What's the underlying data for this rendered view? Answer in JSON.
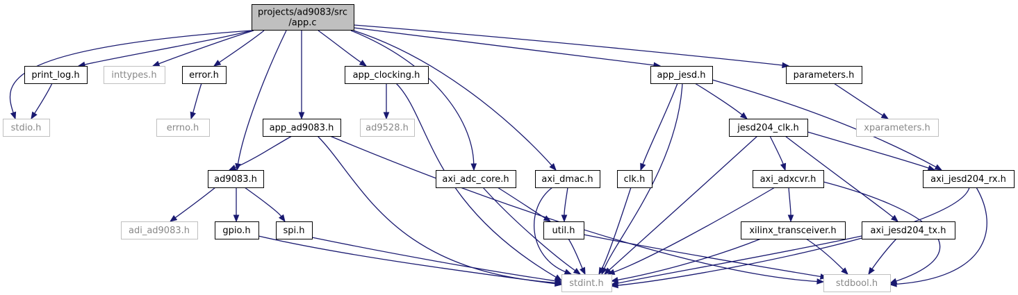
{
  "graph": {
    "root": {
      "id": "app_c",
      "label_lines": [
        "projects/ad9083/src",
        "/app.c"
      ]
    },
    "nodes": [
      {
        "id": "print_log_h",
        "label": "print_log.h",
        "documented": true
      },
      {
        "id": "inttypes_h",
        "label": "inttypes.h",
        "documented": false
      },
      {
        "id": "error_h",
        "label": "error.h",
        "documented": true
      },
      {
        "id": "app_clocking_h",
        "label": "app_clocking.h",
        "documented": true
      },
      {
        "id": "app_jesd_h",
        "label": "app_jesd.h",
        "documented": true
      },
      {
        "id": "parameters_h",
        "label": "parameters.h",
        "documented": true
      },
      {
        "id": "stdio_h",
        "label": "stdio.h",
        "documented": false
      },
      {
        "id": "errno_h",
        "label": "errno.h",
        "documented": false
      },
      {
        "id": "app_ad9083_h",
        "label": "app_ad9083.h",
        "documented": true
      },
      {
        "id": "ad9528_h",
        "label": "ad9528.h",
        "documented": false
      },
      {
        "id": "jesd204_clk_h",
        "label": "jesd204_clk.h",
        "documented": true
      },
      {
        "id": "xparameters_h",
        "label": "xparameters.h",
        "documented": false
      },
      {
        "id": "ad9083_h",
        "label": "ad9083.h",
        "documented": true
      },
      {
        "id": "axi_adc_core_h",
        "label": "axi_adc_core.h",
        "documented": true
      },
      {
        "id": "axi_dmac_h",
        "label": "axi_dmac.h",
        "documented": true
      },
      {
        "id": "clk_h",
        "label": "clk.h",
        "documented": true
      },
      {
        "id": "axi_adxcvr_h",
        "label": "axi_adxcvr.h",
        "documented": true
      },
      {
        "id": "axi_jesd204_rx_h",
        "label": "axi_jesd204_rx.h",
        "documented": true
      },
      {
        "id": "adi_ad9083_h",
        "label": "adi_ad9083.h",
        "documented": false
      },
      {
        "id": "gpio_h",
        "label": "gpio.h",
        "documented": true
      },
      {
        "id": "spi_h",
        "label": "spi.h",
        "documented": true
      },
      {
        "id": "util_h",
        "label": "util.h",
        "documented": true
      },
      {
        "id": "xilinx_transceiver_h",
        "label": "xilinx_transceiver.h",
        "documented": true
      },
      {
        "id": "axi_jesd204_tx_h",
        "label": "axi_jesd204_tx.h",
        "documented": true
      },
      {
        "id": "stdint_h",
        "label": "stdint.h",
        "documented": false
      },
      {
        "id": "stdbool_h",
        "label": "stdbool.h",
        "documented": false
      }
    ],
    "edges": [
      [
        "app_c",
        "stdio_h"
      ],
      [
        "app_c",
        "print_log_h"
      ],
      [
        "app_c",
        "inttypes_h"
      ],
      [
        "app_c",
        "error_h"
      ],
      [
        "app_c",
        "ad9083_h"
      ],
      [
        "app_c",
        "app_ad9083_h"
      ],
      [
        "app_c",
        "app_clocking_h"
      ],
      [
        "app_c",
        "axi_adc_core_h"
      ],
      [
        "app_c",
        "axi_dmac_h"
      ],
      [
        "app_c",
        "app_jesd_h"
      ],
      [
        "app_c",
        "parameters_h"
      ],
      [
        "print_log_h",
        "stdio_h"
      ],
      [
        "error_h",
        "errno_h"
      ],
      [
        "app_clocking_h",
        "ad9528_h"
      ],
      [
        "app_clocking_h",
        "stdint_h"
      ],
      [
        "app_ad9083_h",
        "ad9083_h"
      ],
      [
        "app_ad9083_h",
        "stdint_h"
      ],
      [
        "app_ad9083_h",
        "stdbool_h"
      ],
      [
        "ad9083_h",
        "adi_ad9083_h"
      ],
      [
        "ad9083_h",
        "gpio_h"
      ],
      [
        "ad9083_h",
        "spi_h"
      ],
      [
        "gpio_h",
        "stdint_h"
      ],
      [
        "spi_h",
        "stdint_h"
      ],
      [
        "axi_adc_core_h",
        "util_h"
      ],
      [
        "axi_adc_core_h",
        "stdint_h"
      ],
      [
        "axi_dmac_h",
        "util_h"
      ],
      [
        "axi_dmac_h",
        "stdint_h"
      ],
      [
        "util_h",
        "stdint_h"
      ],
      [
        "util_h",
        "stdbool_h"
      ],
      [
        "app_jesd_h",
        "clk_h"
      ],
      [
        "app_jesd_h",
        "stdint_h"
      ],
      [
        "app_jesd_h",
        "jesd204_clk_h"
      ],
      [
        "app_jesd_h",
        "axi_jesd204_rx_h"
      ],
      [
        "clk_h",
        "stdint_h"
      ],
      [
        "jesd204_clk_h",
        "axi_adxcvr_h"
      ],
      [
        "jesd204_clk_h",
        "axi_jesd204_rx_h"
      ],
      [
        "jesd204_clk_h",
        "axi_jesd204_tx_h"
      ],
      [
        "jesd204_clk_h",
        "stdint_h"
      ],
      [
        "axi_adxcvr_h",
        "xilinx_transceiver_h"
      ],
      [
        "axi_adxcvr_h",
        "stdint_h"
      ],
      [
        "axi_adxcvr_h",
        "stdbool_h"
      ],
      [
        "xilinx_transceiver_h",
        "stdint_h"
      ],
      [
        "xilinx_transceiver_h",
        "stdbool_h"
      ],
      [
        "axi_jesd204_tx_h",
        "stdint_h"
      ],
      [
        "axi_jesd204_tx_h",
        "stdbool_h"
      ],
      [
        "axi_jesd204_rx_h",
        "stdint_h"
      ],
      [
        "axi_jesd204_rx_h",
        "stdbool_h"
      ],
      [
        "parameters_h",
        "xparameters_h"
      ]
    ]
  }
}
